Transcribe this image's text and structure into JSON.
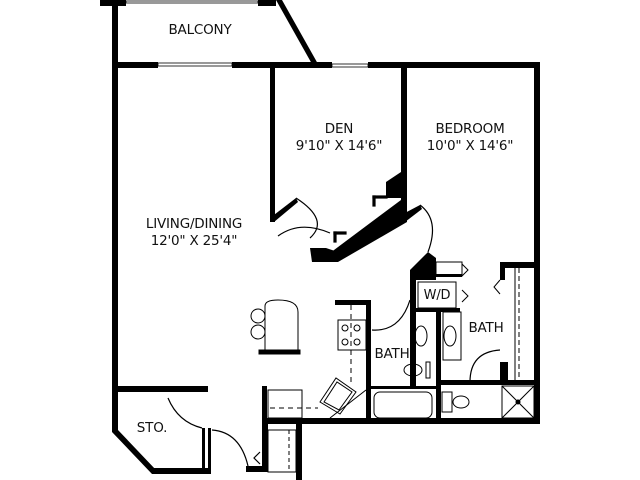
{
  "plan": {
    "wall_color": "#000000",
    "background": "#ffffff",
    "rooms": {
      "balcony": {
        "name": "BALCONY"
      },
      "den": {
        "name": "DEN",
        "size": "9'10\" X 14'6\""
      },
      "bedroom": {
        "name": "BEDROOM",
        "size": "10'0\" X 14'6\""
      },
      "living_dining": {
        "name": "LIVING/DINING",
        "size": "12'0\" X 25'4\""
      },
      "bath_1": {
        "name": "BATH"
      },
      "bath_2": {
        "name": "BATH"
      },
      "storage": {
        "name": "STO."
      },
      "washer_dryer": {
        "name": "W/D"
      }
    }
  }
}
